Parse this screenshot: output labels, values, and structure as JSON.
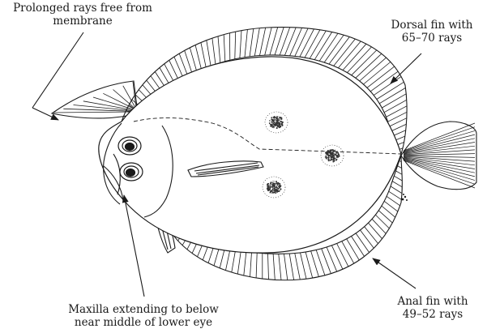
{
  "annotations": {
    "prolonged_rays": {
      "line1": "Prolonged rays free from",
      "line2": "membrane"
    },
    "dorsal_fin": {
      "line1": "Dorsal fin with",
      "line2": "65–70 rays"
    },
    "maxilla": {
      "line1": "Maxilla extending to below",
      "line2": "near middle of lower eye"
    },
    "anal_fin": {
      "line1": "Anal fin with",
      "line2": "49–52 rays"
    }
  },
  "colors": {
    "line": "#1a1a1a",
    "spot": "#333333",
    "background": "#ffffff"
  }
}
